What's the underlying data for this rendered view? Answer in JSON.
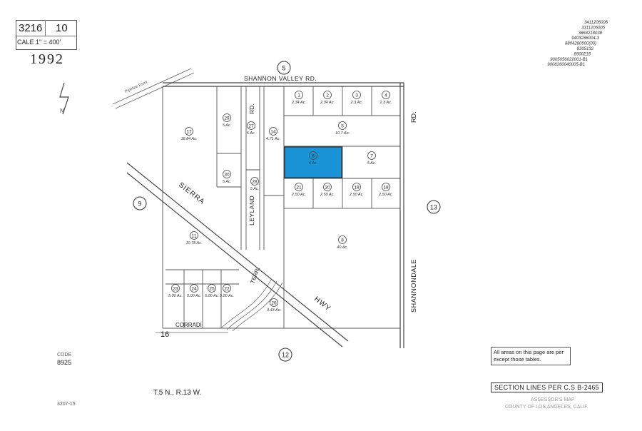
{
  "header": {
    "book_page": "3216",
    "sheet": "10",
    "scale": "CALE 1\" = 400'",
    "year": "1992"
  },
  "reference_numbers": [
    "3411206006",
    "3311206005",
    "3868218038",
    "9403286004-3",
    "8804280500(00)",
    "8305132",
    "8900218",
    "9005056022001-B1",
    "9008260040005-B1"
  ],
  "roads": {
    "shannon_valley": "SHANNON VALLEY RD.",
    "shannondale": "SHANNONDALE",
    "shannondale_rd": "RD.",
    "sierra": "SIERRA",
    "hwy": "HWY",
    "leyland": "LEYLAND",
    "leyland_rd": "RD.",
    "terr": "TERR.",
    "corradi": "CORRADI",
    "pipeline": "Pipeline Esmt."
  },
  "adjacent_pages": {
    "top": "5",
    "left": "9",
    "right": "13",
    "bottom": "12"
  },
  "parcels": [
    {
      "id": "1",
      "area": "2.34 Ac."
    },
    {
      "id": "2",
      "area": "2.34 Ac."
    },
    {
      "id": "3",
      "area": "2.3 Ac."
    },
    {
      "id": "4",
      "area": "2.3 Ac."
    },
    {
      "id": "5",
      "area": "10.7 Ac."
    },
    {
      "id": "6",
      "area": "5 Ac."
    },
    {
      "id": "7",
      "area": "5 Ac."
    },
    {
      "id": "8",
      "area": "40 Ac."
    },
    {
      "id": "11",
      "area": "10.78 Ac."
    },
    {
      "id": "14",
      "area": "4.71 Ac."
    },
    {
      "id": "17",
      "area": "18.84 Ac."
    },
    {
      "id": "18",
      "area": "2.50 Ac."
    },
    {
      "id": "19",
      "area": "2.50 Ac."
    },
    {
      "id": "20",
      "area": "2.50 Ac."
    },
    {
      "id": "21",
      "area": "2.50 Ac."
    },
    {
      "id": "22",
      "area": "5.00 Ac."
    },
    {
      "id": "23",
      "area": "5.00 Ac."
    },
    {
      "id": "24",
      "area": "5.00 Ac."
    },
    {
      "id": "25",
      "area": "5.00 Ac."
    },
    {
      "id": "26",
      "area": "3.43 Ac."
    },
    {
      "id": "27",
      "area": "5 Ac."
    },
    {
      "id": "28",
      "area": "5 Ac."
    },
    {
      "id": "29",
      "area": "5 Ac."
    },
    {
      "id": "30",
      "area": "5 Ac."
    }
  ],
  "highlight_color": "#1a94d6",
  "section_number": "16",
  "township": "T.5 N., R.13 W.",
  "code": {
    "label": "CODE",
    "value": "8925"
  },
  "bottom_left_ref": "3207-15",
  "note": "All areas on this page are per except those tables.",
  "section_lines": "SECTION LINES PER C.S B-2465",
  "assessor": {
    "line1": "ASSESSOR'S MAP",
    "line2": "COUNTY OF LOS ANGELES, CALIF."
  },
  "icons": {
    "north": "north-arrow-icon"
  }
}
